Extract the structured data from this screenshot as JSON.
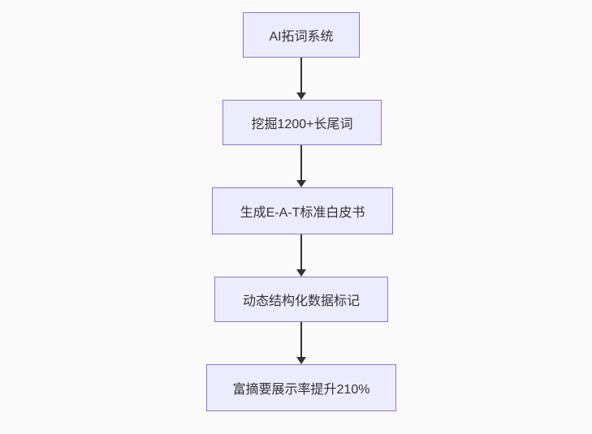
{
  "flowchart": {
    "type": "flowchart",
    "direction": "top-down",
    "nodes": [
      {
        "label": "AI拓词系统"
      },
      {
        "label": "挖掘1200+长尾词"
      },
      {
        "label": "生成E-A-T标准白皮书"
      },
      {
        "label": "动态结构化数据标记"
      },
      {
        "label": "富摘要展示率提升210%"
      }
    ],
    "edges": [
      {
        "from": 0,
        "to": 1
      },
      {
        "from": 1,
        "to": 2
      },
      {
        "from": 2,
        "to": 3
      },
      {
        "from": 3,
        "to": 4
      }
    ],
    "colors": {
      "background": "#fafafa",
      "node_fill": "#ececff",
      "node_border": "#9370db",
      "node_text": "#333333",
      "arrow": "#333333"
    }
  }
}
